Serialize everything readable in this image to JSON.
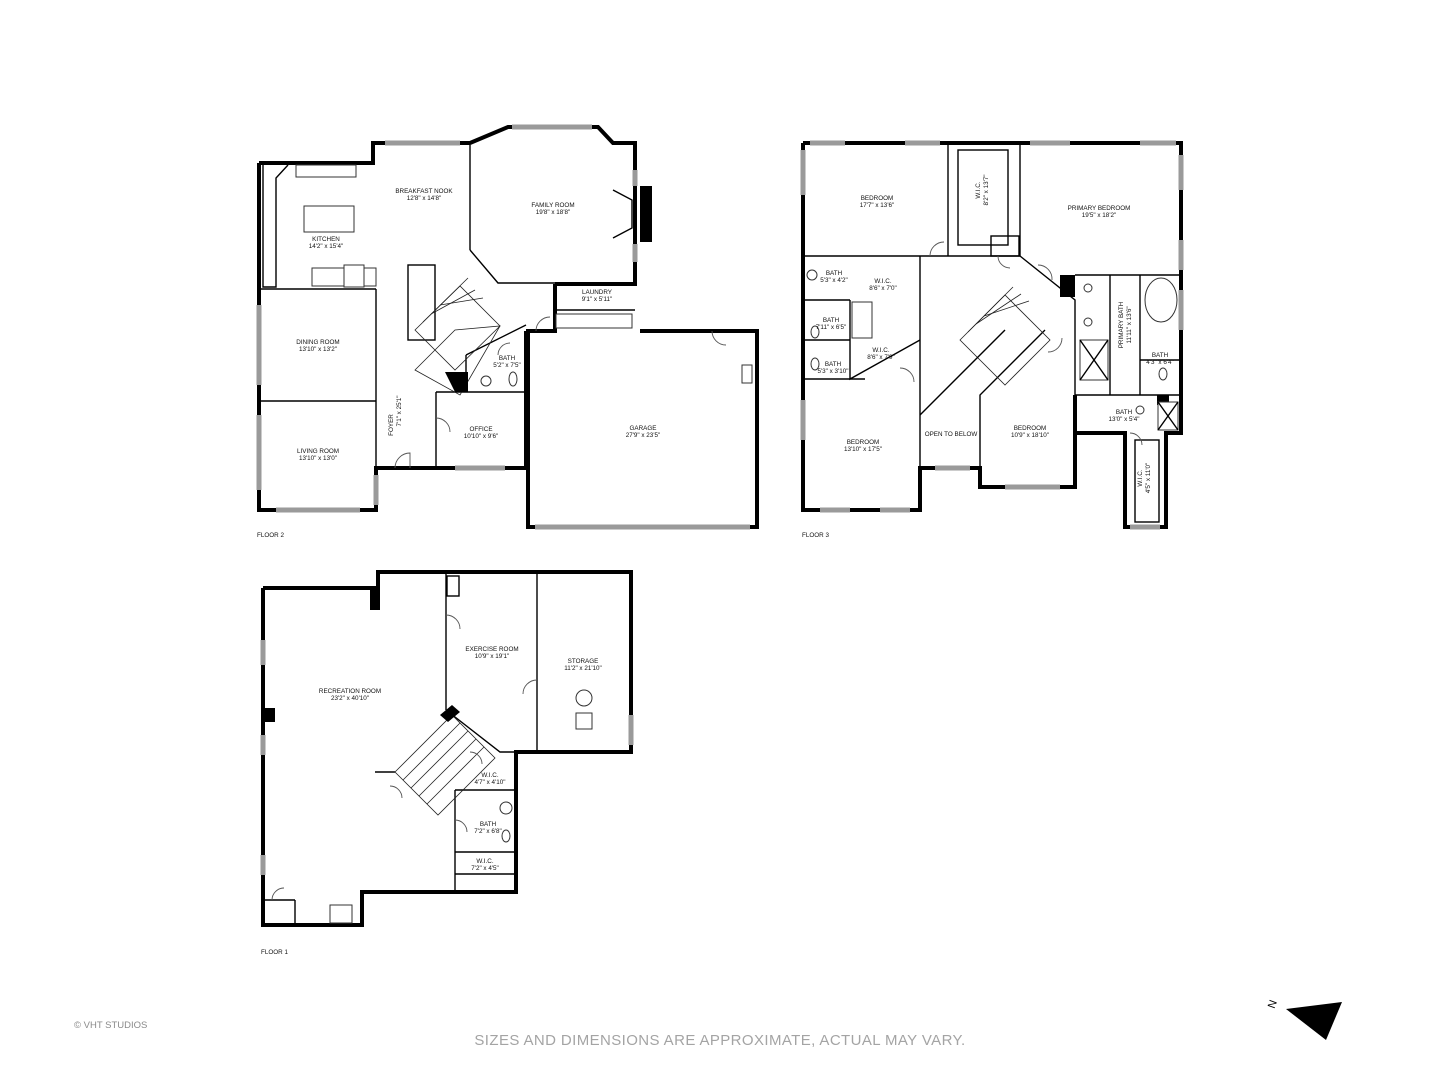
{
  "floors": [
    {
      "name": "FLOOR 2",
      "rooms": [
        {
          "name": "BREAKFAST NOOK",
          "dim": "12'8\" x 14'8\""
        },
        {
          "name": "FAMILY ROOM",
          "dim": "19'8\" x 18'8\""
        },
        {
          "name": "KITCHEN",
          "dim": "14'2\" x 15'4\""
        },
        {
          "name": "LAUNDRY",
          "dim": "9'1\" x 5'11\""
        },
        {
          "name": "DINING ROOM",
          "dim": "13'10\" x 13'2\""
        },
        {
          "name": "BATH",
          "dim": "5'2\" x 7'5\""
        },
        {
          "name": "GARAGE",
          "dim": "27'9\" x 23'5\""
        },
        {
          "name": "FOYER",
          "dim": "7'1\" x 25'1\""
        },
        {
          "name": "OFFICE",
          "dim": "10'10\" x 9'6\""
        },
        {
          "name": "LIVING ROOM",
          "dim": "13'10\" x 13'0\""
        }
      ]
    },
    {
      "name": "FLOOR 3",
      "rooms": [
        {
          "name": "BEDROOM",
          "dim": "17'7\" x 13'6\""
        },
        {
          "name": "W.I.C.",
          "dim": "8'2\" x 13'7\""
        },
        {
          "name": "PRIMARY BEDROOM",
          "dim": "19'5\" x 18'2\""
        },
        {
          "name": "BATH",
          "dim": "5'3\" x 4'2\""
        },
        {
          "name": "W.I.C.",
          "dim": "8'6\" x 7'0\""
        },
        {
          "name": "BATH",
          "dim": "7'11\" x 6'5\""
        },
        {
          "name": "W.I.C.",
          "dim": "8'6\" x 7'9\""
        },
        {
          "name": "BATH",
          "dim": "5'3\" x 3'10\""
        },
        {
          "name": "PRIMARY BATH",
          "dim": "11'11\" x 13'6\""
        },
        {
          "name": "BATH",
          "dim": "4'3\" x 6'4\""
        },
        {
          "name": "BATH",
          "dim": "13'0\" x 5'4\""
        },
        {
          "name": "BEDROOM",
          "dim": "13'10\" x 17'5\""
        },
        {
          "name": "OPEN TO BELOW",
          "dim": ""
        },
        {
          "name": "BEDROOM",
          "dim": "10'9\" x 18'10\""
        },
        {
          "name": "W.I.C.",
          "dim": "4'5\" x 11'0\""
        }
      ]
    },
    {
      "name": "FLOOR 1",
      "rooms": [
        {
          "name": "EXERCISE ROOM",
          "dim": "10'9\" x 19'1\""
        },
        {
          "name": "STORAGE",
          "dim": "11'2\" x 21'10\""
        },
        {
          "name": "RECREATION ROOM",
          "dim": "23'2\" x 40'10\""
        },
        {
          "name": "W.I.C.",
          "dim": "4'7\" x 4'10\""
        },
        {
          "name": "BATH",
          "dim": "7'2\" x 6'8\""
        },
        {
          "name": "W.I.C.",
          "dim": "7'2\" x 4'5\""
        }
      ]
    }
  ],
  "credit": "© VHT STUDIOS",
  "disclaimer": "SIZES AND DIMENSIONS ARE APPROXIMATE, ACTUAL MAY VARY.",
  "north_label": "N",
  "colors": {
    "wall": "#000000",
    "window": "#9a9a9a",
    "footer_text": "#a4a4a4"
  }
}
